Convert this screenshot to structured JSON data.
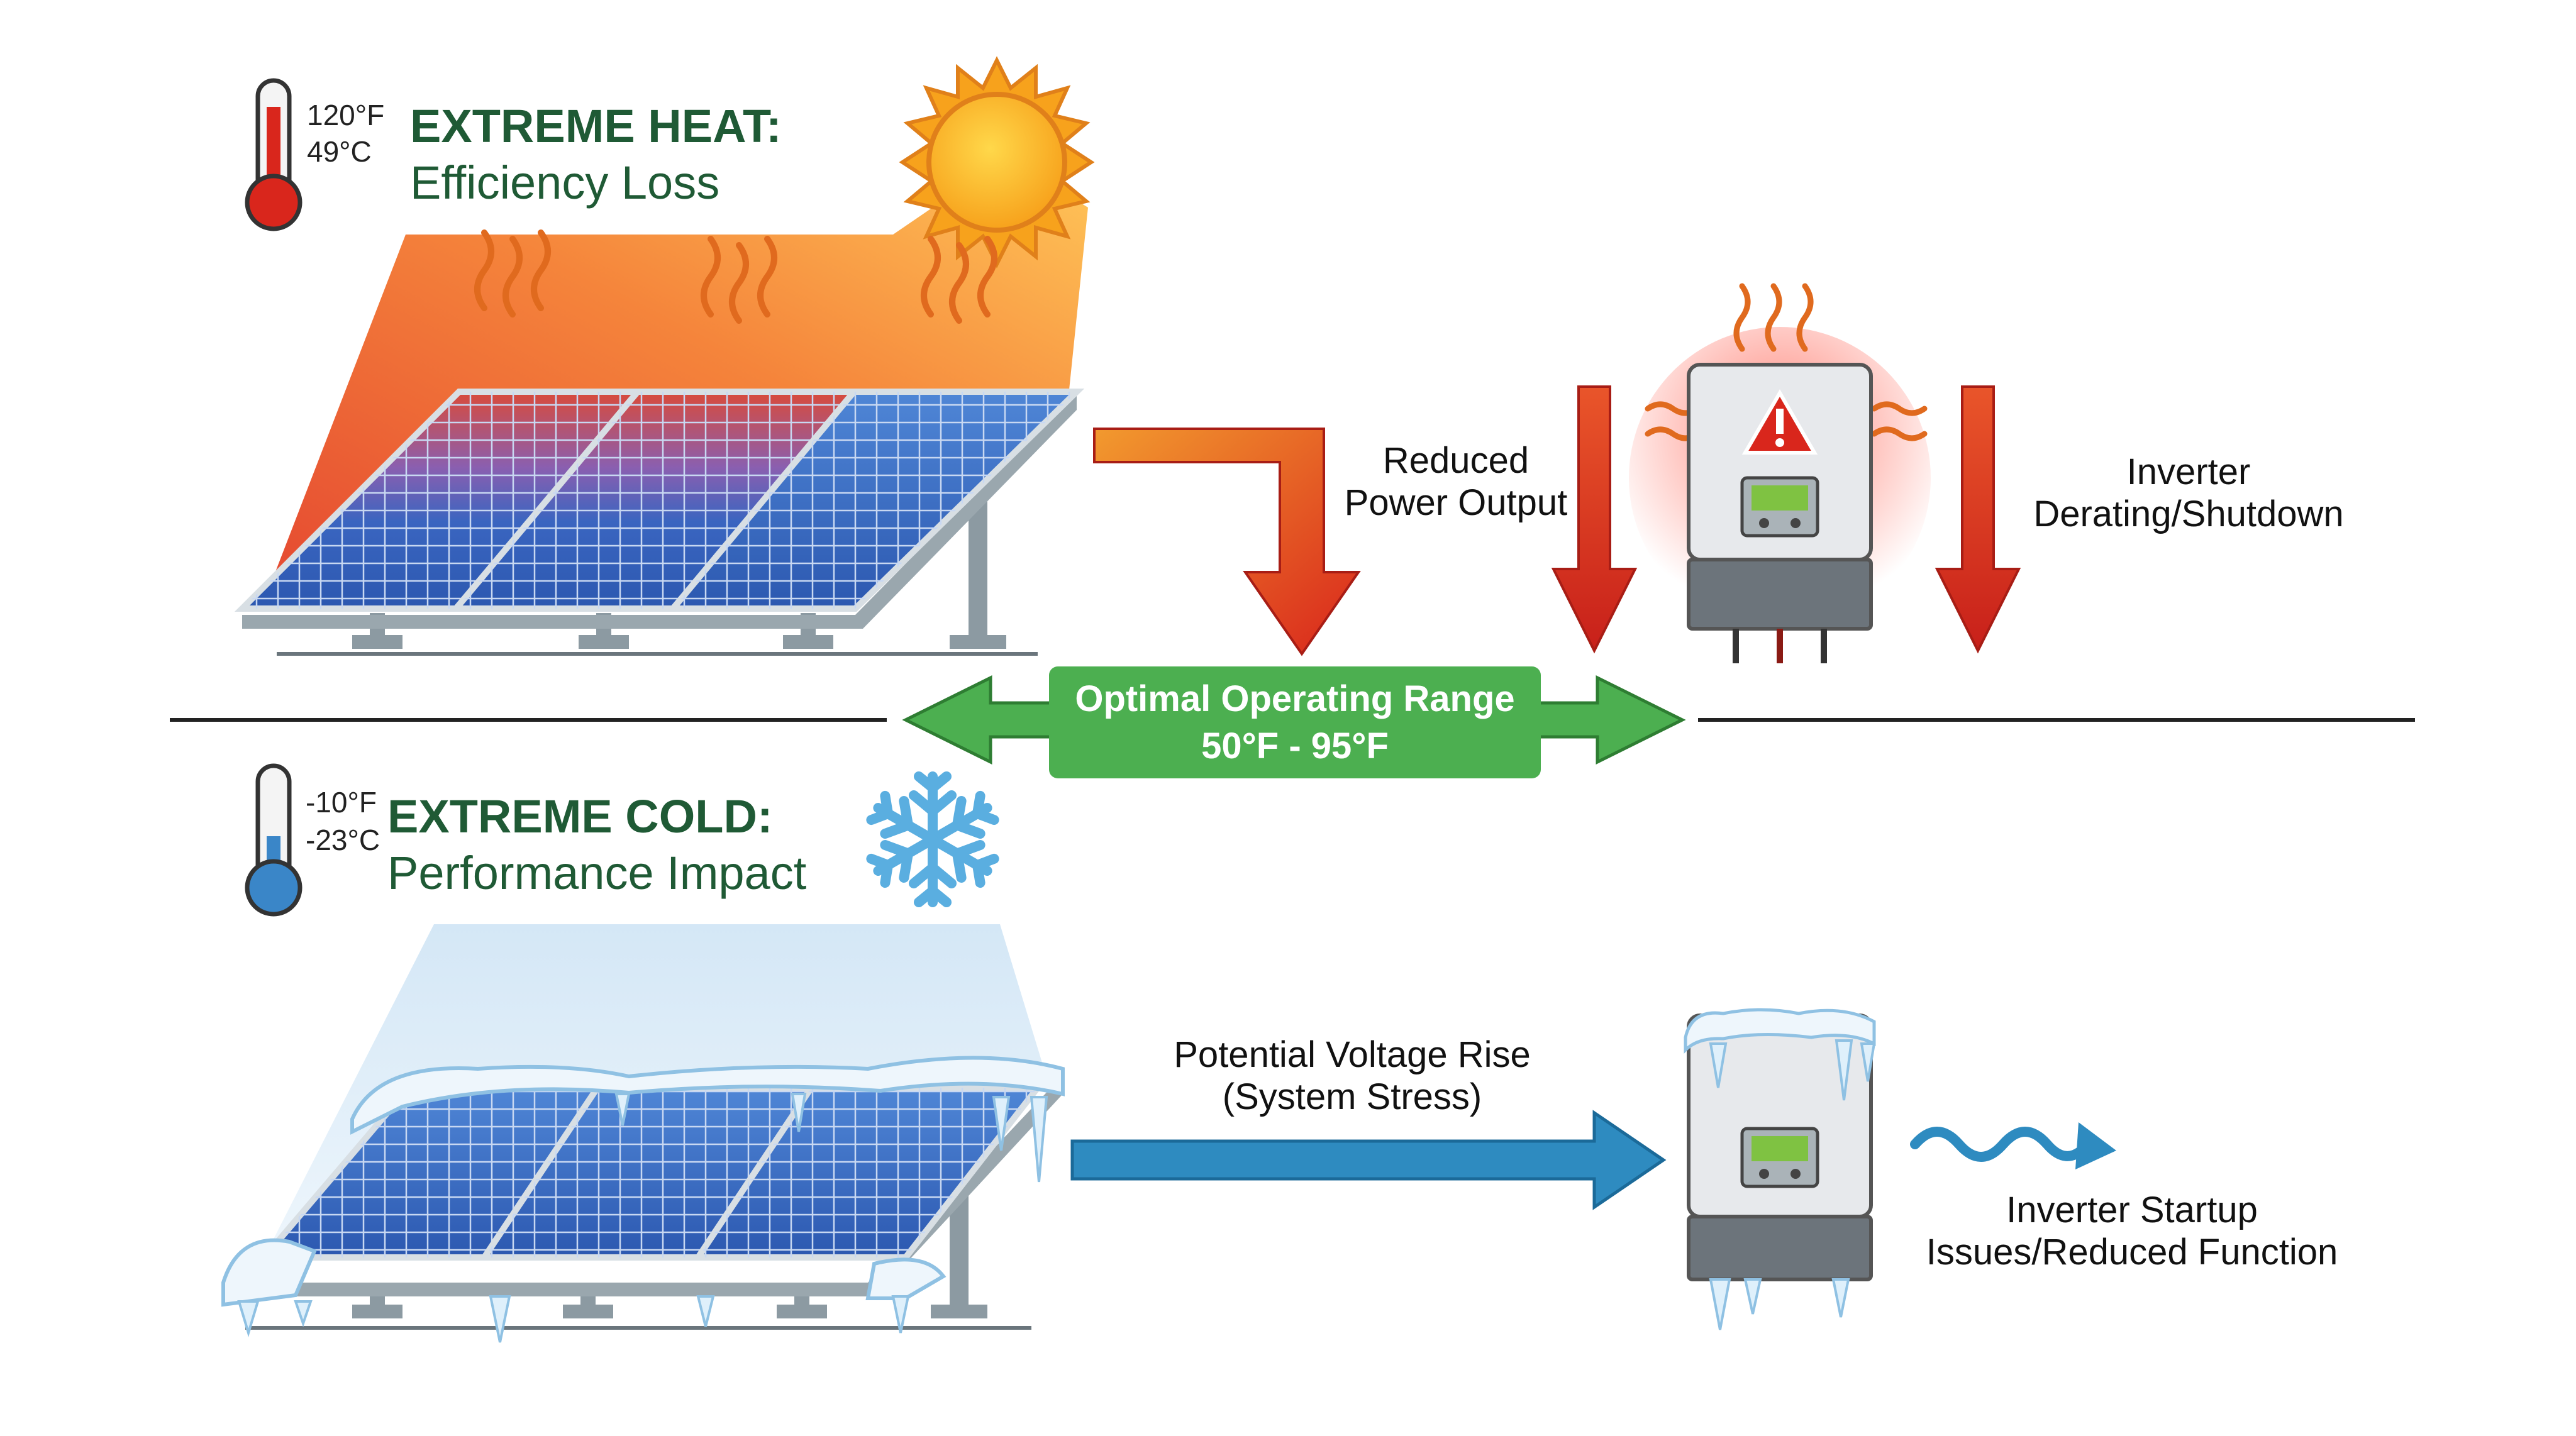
{
  "heat": {
    "temp_f": "120°F",
    "temp_c": "49°C",
    "title": "EXTREME HEAT:",
    "subtitle": "Efficiency Loss",
    "power_note_1": "Reduced",
    "power_note_2": "Power Output",
    "inverter_note_1": "Inverter",
    "inverter_note_2": "Derating/Shutdown"
  },
  "range": {
    "title": "Optimal Operating Range",
    "value": "50°F - 95°F"
  },
  "cold": {
    "temp_f": "-10°F",
    "temp_c": "-23°C",
    "title": "EXTREME COLD:",
    "subtitle": "Performance Impact",
    "voltage_note_1": "Potential Voltage Rise",
    "voltage_note_2": "(System Stress)",
    "inverter_note_1": "Inverter Startup",
    "inverter_note_2": "Issues/Reduced Function"
  },
  "colors": {
    "heading_green": "#1f5a35",
    "range_green": "#4caf50",
    "heat_red": "#d9261c",
    "cold_blue": "#2e8bc0",
    "panel_blue": "#2f5fb3"
  },
  "icons": [
    "thermometer-hot-icon",
    "sun-icon",
    "warning-icon",
    "thermometer-cold-icon",
    "snowflake-icon"
  ]
}
